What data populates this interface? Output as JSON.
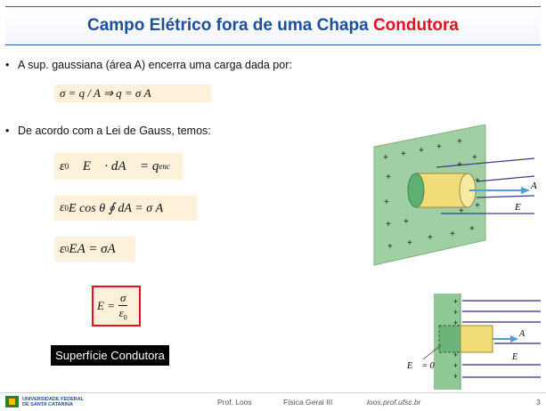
{
  "title": {
    "part1": "Campo Elétrico fora de uma Chapa ",
    "part2": "Condutora",
    "accent_color": "#e3101f",
    "color": "#1f4f9a"
  },
  "bullets": [
    {
      "text": "A sup. gaussiana (área A) encerra uma carga dada por:"
    },
    {
      "text": "De acordo com a Lei de Gauss, temos:"
    }
  ],
  "equations": {
    "eq1": "σ = q / A ⇒ q = σ A",
    "eq2_lhs": "ε",
    "eq2_rest": "∮ E⃗ · dA⃗ = q",
    "eq2_sub": "enc",
    "eq3": "E cos θ ∮ dA = σ A",
    "eq4": "EA = σA",
    "eq5_lhs": "E =",
    "eq5_num": "σ",
    "eq5_den": "ε"
  },
  "label": "Superfície Condutora",
  "figure_labels": {
    "E_vec": "E⃗",
    "A_vec": "A⃗",
    "E_zero": "E⃗ = 0"
  },
  "footer": {
    "uni_line1": "UNIVERSIDADE FEDERAL",
    "uni_line2": "DE SANTA CATARINA",
    "author": "Prof. Loos",
    "course": "Física Geral III",
    "site": "loos.prof.ufsc.br",
    "page": "3"
  }
}
